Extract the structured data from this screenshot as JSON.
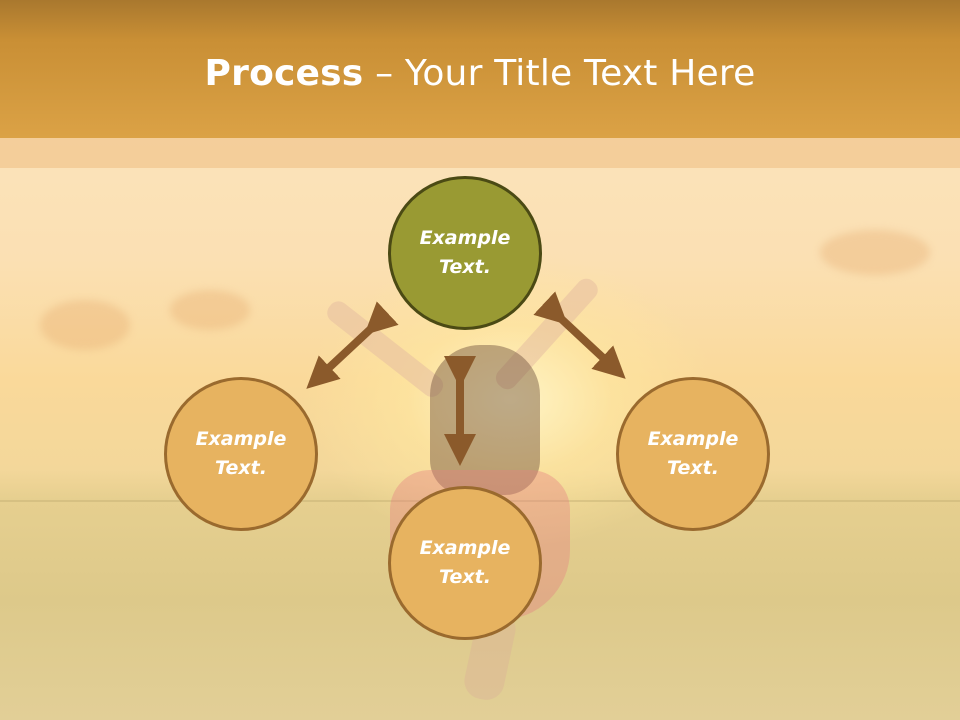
{
  "title": {
    "bold": "Process",
    "rest": " – Your Title Text Here"
  },
  "nodes": {
    "top": {
      "line1": "Example",
      "line2": "Text."
    },
    "left": {
      "line1": "Example",
      "line2": "Text."
    },
    "right": {
      "line1": "Example",
      "line2": "Text."
    },
    "bottom": {
      "line1": "Example",
      "line2": "Text."
    }
  },
  "colors": {
    "title_band": "#d49b40",
    "top_circle": "#999a33",
    "peach_circle": "#e7b360",
    "arrow": "#8b5a2b"
  },
  "icons": {
    "arrow": "double-headed-arrow"
  }
}
